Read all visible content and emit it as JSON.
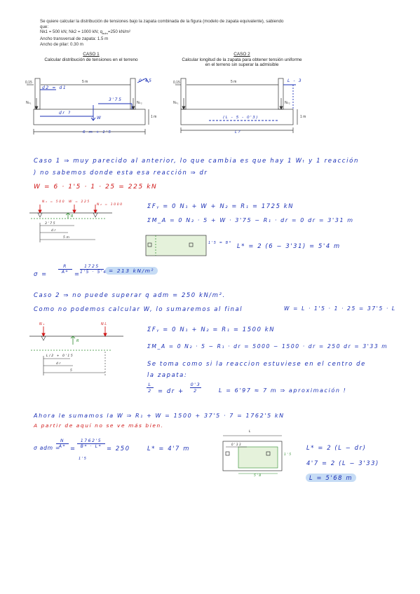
{
  "header": {
    "line1": "Se quiere calcular la distribución de tensiones bajo la zapata combinada de la figura (modelo de zapata equivalente), sabiendo",
    "line2": "que:",
    "line3": "Nk1 = 500 kN; Nk2 = 1000 kN; q",
    "line3_sub": "adm",
    "line3_end": "=250 kN/m²",
    "line4": "Ancho transversal de zapata: 1.5 m",
    "line5": "Ancho de pilar: 0.30 m"
  },
  "case1": {
    "title": "CASO 1",
    "subtitle": "Calcular distribución de tensiones en el terreno",
    "dim_015": "0,15",
    "dim_5m": "5 m",
    "dim_1m": "1 m",
    "nk1": "Nₖ₁",
    "nk2": "Nₖ₂",
    "hw_d2": "d2 = d1",
    "hw_375": "3'75",
    "hw_dr": "dr ?",
    "hw_W": "W",
    "hw_total": "6 m + 1'5",
    "hw_045": "0'45"
  },
  "case2": {
    "title": "CASO 2",
    "subtitle1": "Calcular longitud de la zapata para obtener tensión uniforme",
    "subtitle2": "en el terreno sin superar la admisible",
    "dim_015": "0,15",
    "dim_5m": "5 m",
    "dim_1m": "1 m",
    "nk1": "Nₖ₁",
    "nk2": "Nₖ₂",
    "hw_L3": "L - 3",
    "hw_L5": "(L - 5 - 0'3)",
    "hw_L": "L?"
  },
  "section1": {
    "line1": "Caso 1 ⇒ muy parecido al anterior, lo que cambia es que hay 1 Wₜ y 1 reacción",
    "line2": ") no sabemos donde esta esa reacción ⇒ dr",
    "eq_W": "W = 6 · 1'5 · 1 · 25 = 225 kN",
    "fig_n1": "N₁ = 500",
    "fig_w": "W = 225",
    "fig_n2": "N₂ = 1000",
    "fig_375": "3'75",
    "fig_dr": "dr",
    "fig_5m": "5m",
    "fig_R": "R",
    "eq_sumF": "ΣFᵧ = 0      N₁ + W + N₂ = R₁ = 1725 kN",
    "eq_sumM": "ΣM_A = 0      N₂ · 5 + W · 3'75 − R₁ · dr = 0      dr = 3'31 m",
    "eq_Lstar": "L* = 2 (6 − 3'31) = 5'4 m",
    "dim_b": "1'5 = B*",
    "sigma_left": "σ =",
    "sigma_num1": "R",
    "sigma_den1": "A*",
    "sigma_eq": "=",
    "sigma_num2": "1725",
    "sigma_den2": "1'5 · 5'4",
    "sigma_result": "= 213 kN/m²"
  },
  "section2": {
    "line1": "Caso 2 ⇒ no puede superar q adm = 250 kN/m².",
    "line2": "Como no podemos calcular W, lo sumaremos al final",
    "line2_eq": "W = L · 1'5 · 1 · 25 = 37'5 · L",
    "fig_n1": "N₁",
    "fig_n2": "NL",
    "fig_R": "R",
    "fig_L_half": "L/2 + 0'15",
    "fig_dr": "dr",
    "fig_5": "5",
    "eq_sumF": "ΣFᵧ = 0      N₁ + N₂ = R₁ = 1500 kN",
    "eq_sumM": "ΣM_A = 0      N₂ · 5 − R₁ · dr = 5000 − 1500 · dr = 250      dr = 3'33 m",
    "line3": "Se toma como si la reaccion estuviese en el centro de",
    "line4": "la zapata:",
    "eq_L_a": "L",
    "eq_L_b": "2",
    "eq_L_c": "= dr +",
    "eq_L_d": "0'3",
    "eq_L_e": "2",
    "eq_L_res": "L = 6'97 ≈ 7 m ⇒ aproximación !"
  },
  "section3": {
    "line1": "Ahora le sumamos la W ⇒ R₁ + W = 1500 + 37'5 · 7 = 1762'5 kN",
    "line2": "A partir de aquí no se ve más bien.",
    "sigma_left": "σ adm =",
    "frac1_num": "N",
    "frac1_den": "A*",
    "frac2_num": "1762'5",
    "frac2_den": "B* · L*",
    "sigma_eq": "= 250",
    "sigma_res": "L* = 4'7 m",
    "sub_15": "1'5",
    "rect_dim_top": "L",
    "rect_dim_inner": "0'33",
    "rect_dim_side": "1'5",
    "rect_dim_bottom": "5'8",
    "eq_a": "L* = 2 (L − dr)",
    "eq_b": "4'7 = 2 (L − 3'33)",
    "eq_c": "L = 5'68 m"
  }
}
